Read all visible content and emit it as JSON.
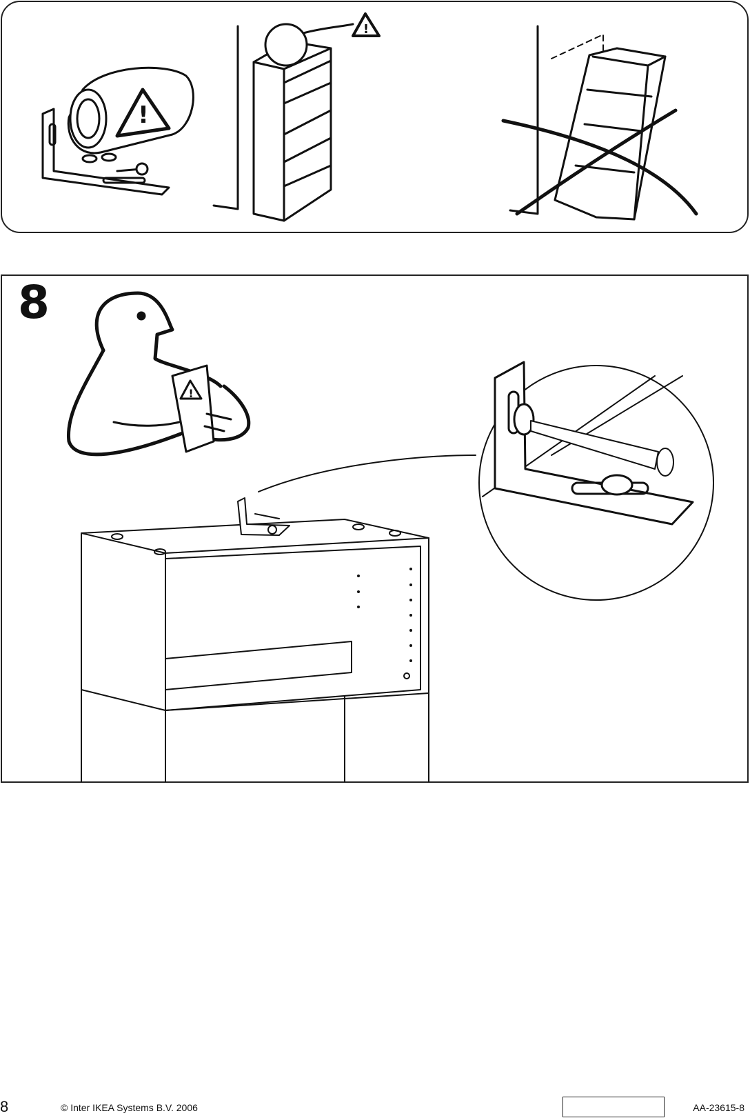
{
  "page": {
    "number": "8",
    "copyright": "© Inter IKEA Systems B.V. 2006",
    "document_code": "AA-23615-8"
  },
  "step": {
    "number": "8"
  },
  "icons": {
    "warning": "warning-triangle-icon",
    "exclamation_glyph": "!"
  }
}
